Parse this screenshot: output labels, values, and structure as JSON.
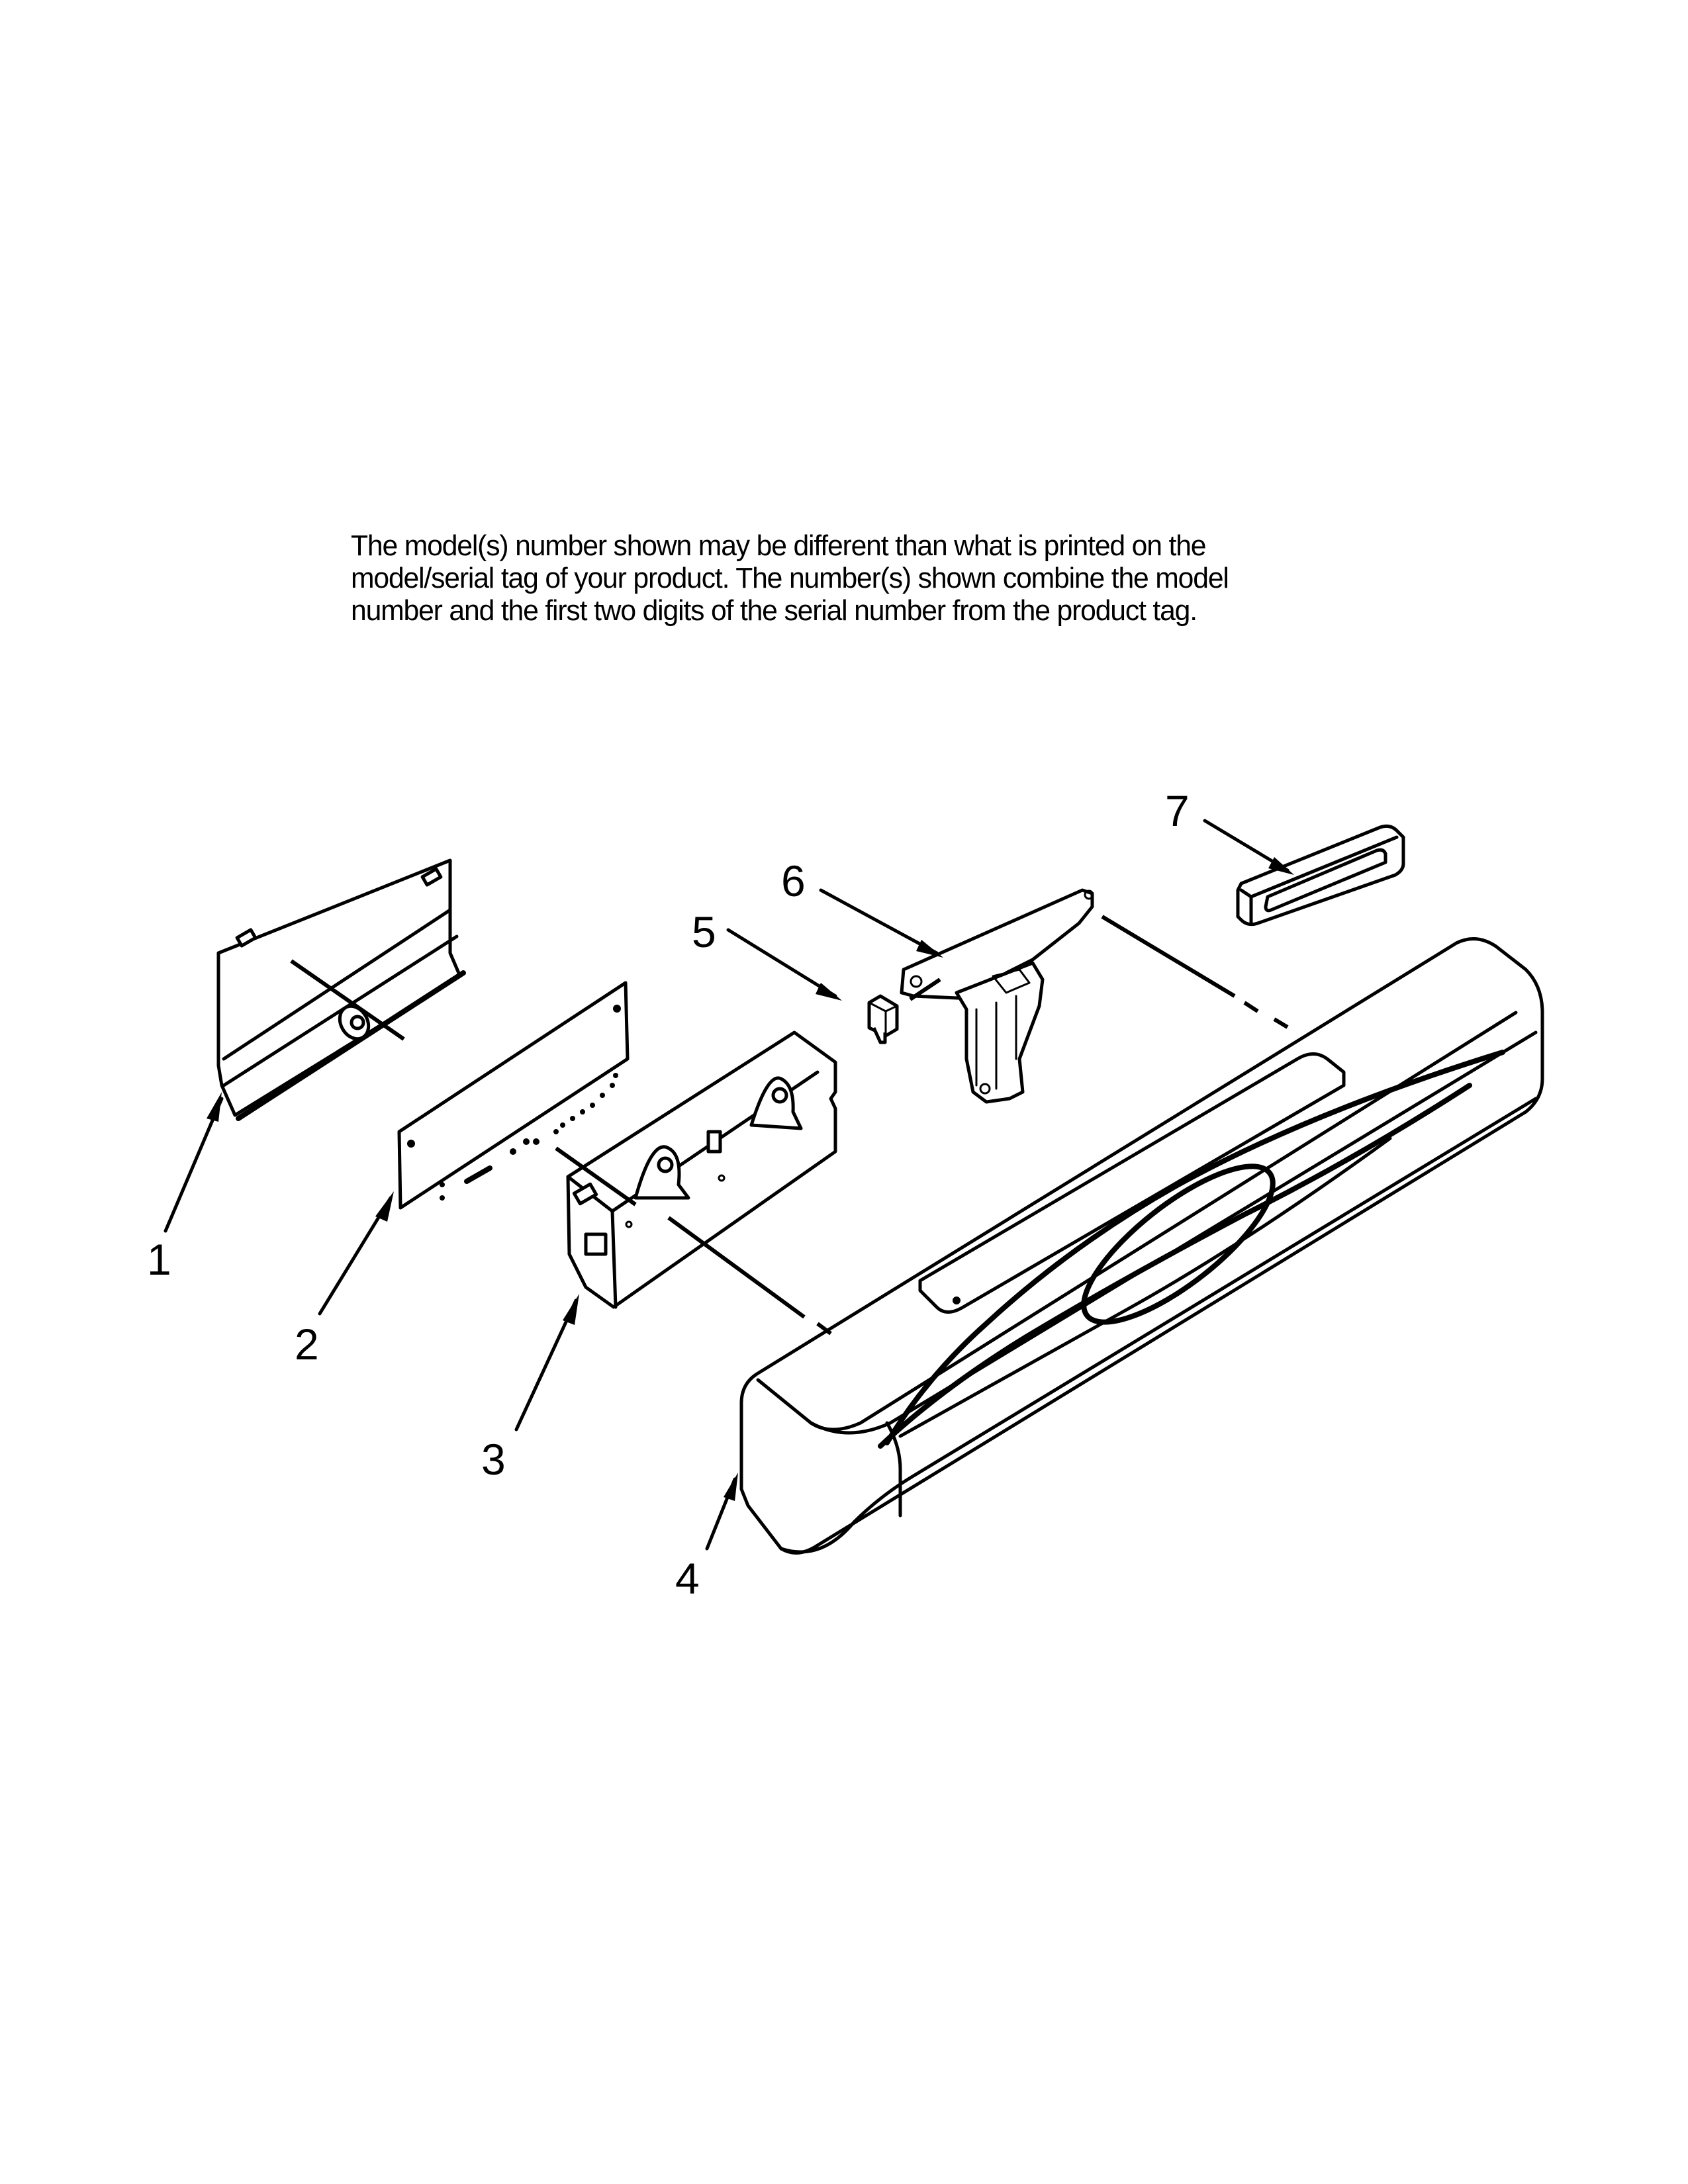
{
  "disclaimer": {
    "lines": [
      "The model(s) number shown may be different than what is printed on the",
      "model/serial tag of your product. The number(s) shown combine the model",
      "number and the first two digits of the serial number from the product tag."
    ]
  },
  "diagram": {
    "title": "Exploded parts diagram - control panel / console assembly",
    "callouts": [
      {
        "id": "1",
        "label": "1",
        "part": "control-cover-bracket"
      },
      {
        "id": "2",
        "label": "2",
        "part": "user-interface-circuit-board"
      },
      {
        "id": "3",
        "label": "3",
        "part": "electronic-control-box"
      },
      {
        "id": "4",
        "label": "4",
        "part": "console-panel"
      },
      {
        "id": "5",
        "label": "5",
        "part": "door-switch"
      },
      {
        "id": "6",
        "label": "6",
        "part": "door-latch-assembly"
      },
      {
        "id": "7",
        "label": "7",
        "part": "latch-handle-bezel"
      }
    ]
  },
  "colors": {
    "ink": "#000000",
    "paper": "#ffffff"
  }
}
